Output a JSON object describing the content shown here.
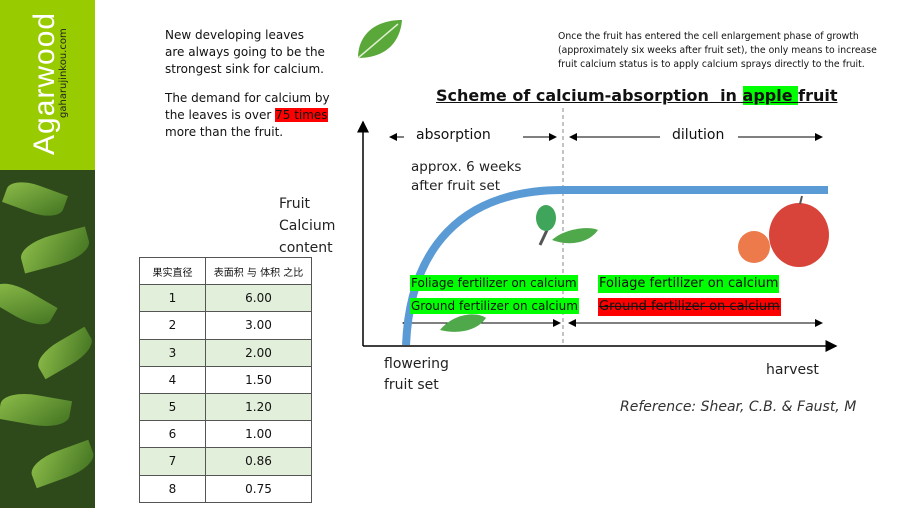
{
  "sidebar": {
    "brand": "Agarwood",
    "site": "gaharujinkou.com"
  },
  "notes": {
    "left_p1": "New developing leaves are always going to be the strongest sink for calcium.",
    "left_p2_before": "The demand for calcium by the leaves is over ",
    "left_p2_highlight": "75 times",
    "left_p2_after": " more than the fruit.",
    "right": "Once the fruit has entered the cell enlargement phase of growth (approximately six weeks after fruit set), the only means to increase fruit calcium status is to apply calcium sprays directly to the fruit."
  },
  "diagram": {
    "title_before": "Scheme of calcium-absorption  in ",
    "title_highlight": "apple ",
    "title_after": "fruit",
    "y_label": "Fruit Calcium content",
    "phase_absorption": "absorption",
    "phase_dilution": "dilution",
    "annotation": "approx. 6 weeks after fruit set",
    "x_start": "flowering fruit set",
    "x_end": "harvest",
    "left_foliage": "Foliage fertilizer on calcium",
    "left_ground": "Ground fertilizer on calcium",
    "right_foliage": "Foliage fertilizer on calcium",
    "right_ground": "Ground fertilizer on calcium",
    "reference": "Reference: Shear, C.B. & Faust, M",
    "colors": {
      "curve": "#5b9bd5",
      "ok": "#00ff00",
      "bad": "#ff0000"
    }
  },
  "table": {
    "headers": [
      "果实直径",
      "表面积 与 体积 之比"
    ],
    "rows": [
      [
        "1",
        "6.00"
      ],
      [
        "2",
        "3.00"
      ],
      [
        "3",
        "2.00"
      ],
      [
        "4",
        "1.50"
      ],
      [
        "5",
        "1.20"
      ],
      [
        "6",
        "1.00"
      ],
      [
        "7",
        "0.86"
      ],
      [
        "8",
        "0.75"
      ]
    ]
  }
}
